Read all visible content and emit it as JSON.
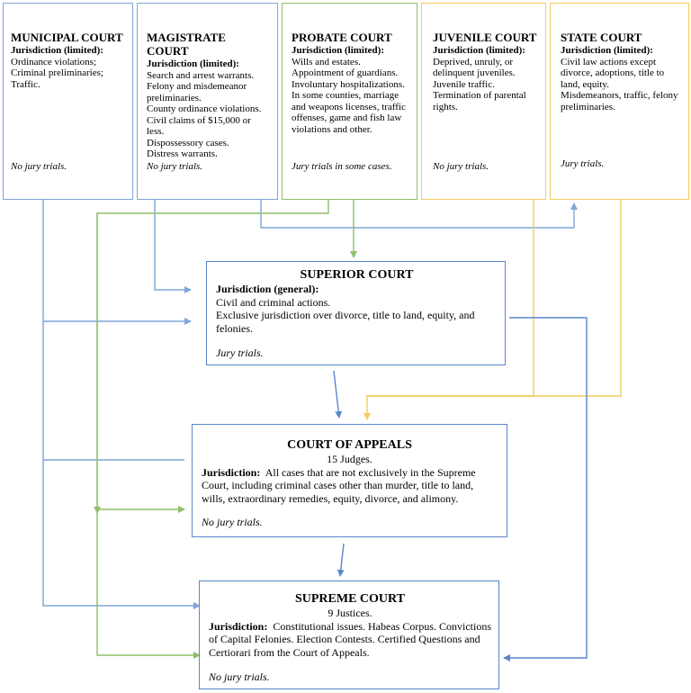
{
  "courts": {
    "municipal": {
      "title": "MUNICIPAL COURT",
      "jurisdiction": "Jurisdiction (limited):",
      "lines": [
        "Ordinance violations;",
        "Criminal preliminaries;",
        "Traffic."
      ],
      "jury": "No jury trials."
    },
    "magistrate": {
      "title": "MAGISTRATE COURT",
      "jurisdiction": "Jurisdiction (limited):",
      "lines": [
        "Search and arrest warrants.",
        "Felony and misdemeanor preliminaries.",
        "County ordinance violations.",
        "Civil claims of $15,000 or less.",
        "Dispossessory cases.",
        "Distress warrants."
      ],
      "jury": "No jury trials."
    },
    "probate": {
      "title": "PROBATE COURT",
      "jurisdiction": "Jurisdiction (limited):",
      "lines": [
        "Wills and estates.",
        "Appointment of guardians.",
        "Involuntary hospitalizations.",
        "In some counties, marriage and weapons licenses, traffic offenses, game and fish law violations and other."
      ],
      "jury": "Jury trials in some cases."
    },
    "juvenile": {
      "title": "JUVENILE COURT",
      "jurisdiction": "Jurisdiction (limited):",
      "lines": [
        "Deprived, unruly, or delinquent juveniles.",
        "Juvenile traffic.",
        "Termination of parental rights."
      ],
      "jury": "No jury trials."
    },
    "state": {
      "title": "STATE COURT",
      "jurisdiction": "Jurisdiction (limited):",
      "lines": [
        "Civil law actions except divorce, adoptions, title to land, equity.",
        "Misdemeanors, traffic, felony preliminaries."
      ],
      "jury": "Jury trials."
    },
    "superior": {
      "title": "SUPERIOR COURT",
      "jurisdiction": "Jurisdiction (general):",
      "lines": [
        "Civil and criminal actions.",
        "Exclusive jurisdiction over divorce, title to land, equity, and felonies."
      ],
      "jury": "Jury trials."
    },
    "appeals": {
      "title": "COURT OF APPEALS",
      "members": "15 Judges.",
      "jurisdiction": "Jurisdiction:",
      "text": "All cases that are not exclusively in the Supreme Court, including criminal cases other than murder, title to land, wills, extraordinary remedies, equity, divorce, and alimony.",
      "jury": "No jury trials."
    },
    "supreme": {
      "title": "SUPREME COURT",
      "members": "9 Justices.",
      "jurisdiction": "Jurisdiction:",
      "text": "Constitutional issues. Habeas Corpus. Convictions of Capital Felonies. Election Contests. Certified Questions and Certiorari from the Court of Appeals.",
      "jury": "No jury trials."
    }
  },
  "colors": {
    "municipal_magistrate": "#7ea6d8",
    "probate": "#8fbf6a",
    "juvenile_state": "#f2cc5a",
    "appellate": "#5b86cc"
  }
}
